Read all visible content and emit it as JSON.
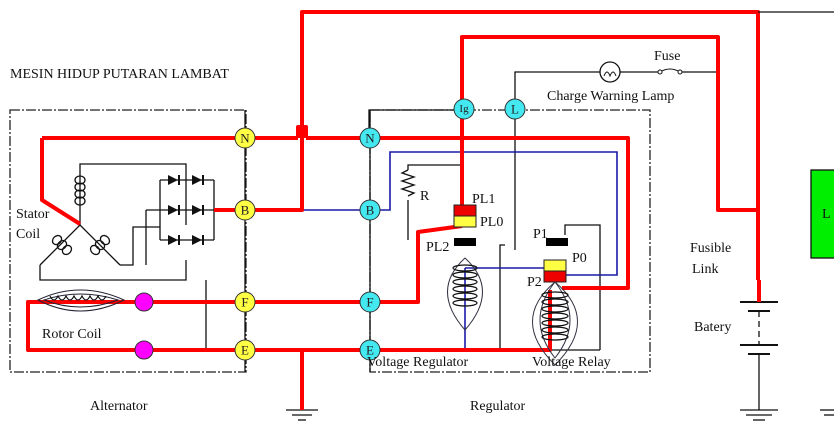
{
  "title": "MESIN HIDUP PUTARAN LAMBAT",
  "colors": {
    "active_wire": "#ff0000",
    "field_wire": "#1a1aa8",
    "wire": "#111111",
    "alt_terminal": "#ffff44",
    "reg_terminal": "#44e8f0",
    "rotor_terminal": "#ff00ff",
    "contact_red": "#ee0000",
    "contact_yellow": "#ffff44",
    "contact_black": "#000000",
    "load_box": "#00ee00"
  },
  "alternator": {
    "label": "Alternator",
    "stator_label_line1": "Stator",
    "stator_label_line2": "Coil",
    "rotor_label": "Rotor Coil",
    "terminals": [
      "N",
      "B",
      "F",
      "E"
    ]
  },
  "regulator": {
    "label": "Regulator",
    "terminals": [
      "N",
      "B",
      "F",
      "E",
      "Ig",
      "L"
    ],
    "resistor_label": "R",
    "contacts": [
      "PL1",
      "PL0",
      "PL2",
      "P1",
      "P0",
      "P2"
    ],
    "voltage_regulator_label": "Voltage Regulator",
    "voltage_relay_label": "Voltage Relay"
  },
  "external": {
    "fuse_label": "Fuse",
    "lamp_label": "Charge Warning Lamp",
    "fusible_link_line1": "Fusible",
    "fusible_link_line2": "Link",
    "battery_label": "Batery",
    "load_label": "L"
  }
}
